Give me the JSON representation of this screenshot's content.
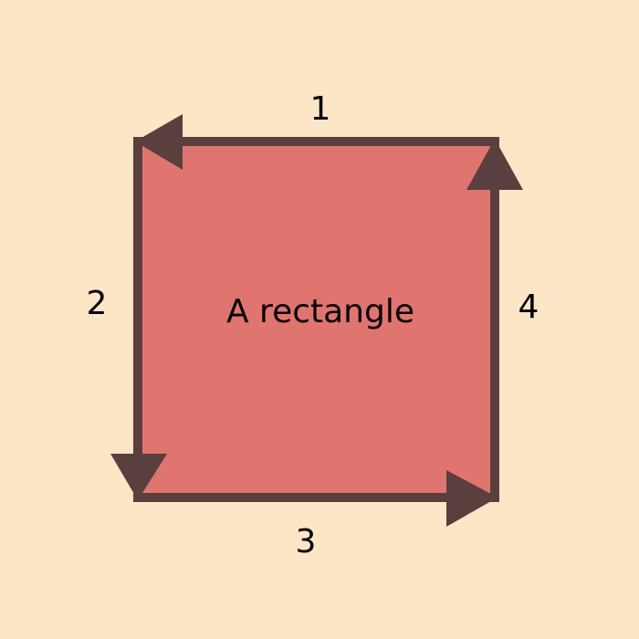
{
  "diagram": {
    "shape_label": "A rectangle",
    "edges": [
      {
        "label": "1"
      },
      {
        "label": "2"
      },
      {
        "label": "3"
      },
      {
        "label": "4"
      }
    ]
  },
  "colors": {
    "background": "#fde6c6",
    "fill": "#e07570",
    "stroke": "#5a3f3f"
  }
}
